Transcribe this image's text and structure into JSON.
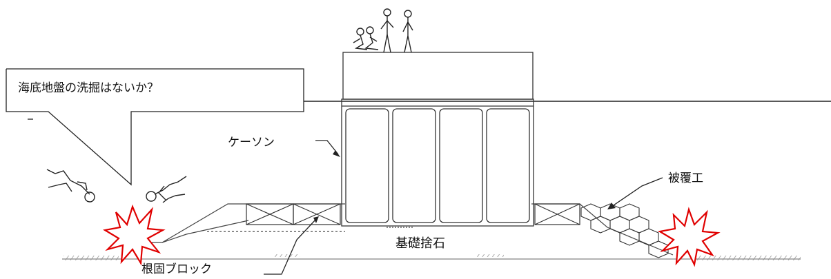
{
  "callout": {
    "text": "海底地盤の洗掘はないか？"
  },
  "labels": {
    "caisson": "ケーソン",
    "armor": "被覆工",
    "rubble_mound": "基礎捨石",
    "toe_block": "根固ブロック"
  },
  "colors": {
    "line": "#222222",
    "seabed_hatch": "#888888",
    "scour_burst": "#e00000"
  },
  "icons": [
    "worker-figure-icon",
    "diver-icon",
    "scour-burst-icon"
  ]
}
